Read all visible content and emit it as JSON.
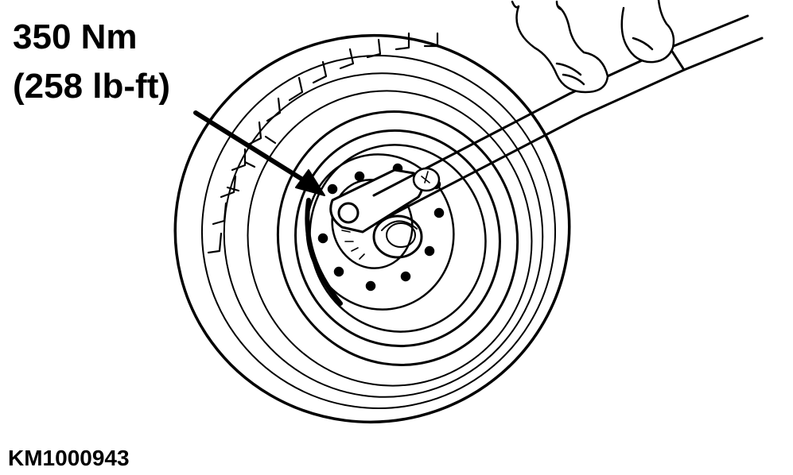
{
  "callout": {
    "torque_metric": "350 Nm",
    "torque_imperial": "(258 lb-ft)"
  },
  "figure_id": "KM1000943",
  "colors": {
    "ink": "#000000",
    "paper": "#ffffff"
  }
}
